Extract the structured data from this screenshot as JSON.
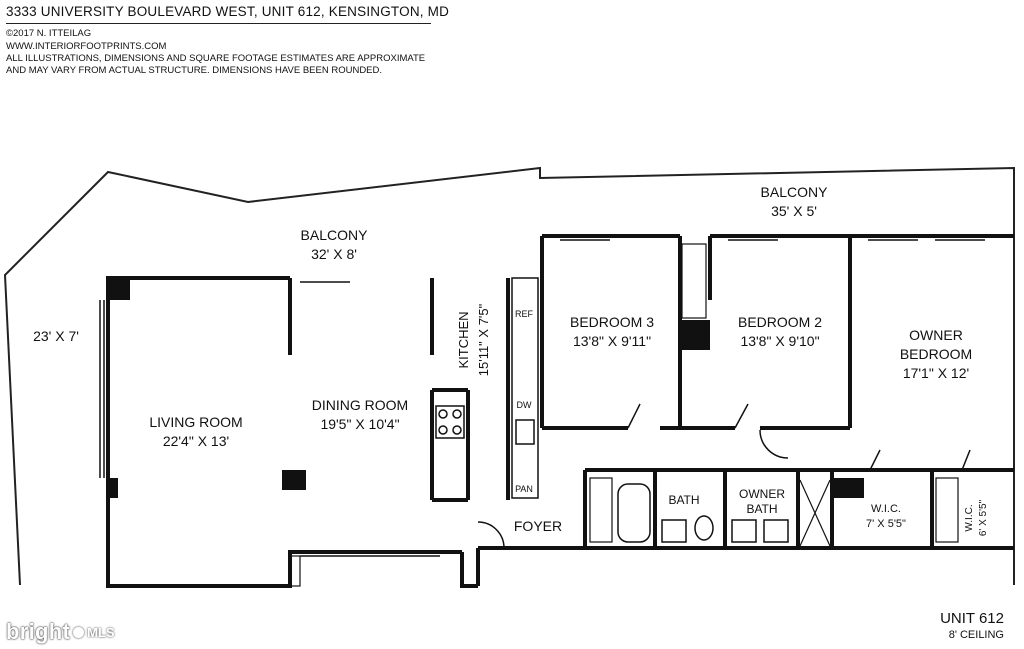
{
  "header": {
    "address": "3333 UNIVERSITY BOULEVARD WEST, UNIT 612, KENSINGTON, MD",
    "copyright": "©2017 N. ITTEILAG",
    "website": "WWW.INTERIORFOOTPRINTS.COM",
    "disclaimer_1": "ALL ILLUSTRATIONS, DIMENSIONS AND SQUARE FOOTAGE ESTIMATES ARE APPROXIMATE",
    "disclaimer_2": "AND MAY VARY FROM ACTUAL STRUCTURE. DIMENSIONS HAVE BEEN ROUNDED."
  },
  "rooms": {
    "balcony_left": {
      "name": "BALCONY",
      "dims": "32' X 8'"
    },
    "balcony_right": {
      "name": "BALCONY",
      "dims": "35' X 5'"
    },
    "side_balcony": {
      "dims": "23' X 7'"
    },
    "living_room": {
      "name": "LIVING ROOM",
      "dims": "22'4\" X 13'"
    },
    "dining_room": {
      "name": "DINING ROOM",
      "dims": "19'5\" X 10'4\""
    },
    "kitchen": {
      "name": "KITCHEN",
      "dims": "15'11\" X 7'5\""
    },
    "bedroom_3": {
      "name": "BEDROOM 3",
      "dims": "13'8\" X 9'11\""
    },
    "bedroom_2": {
      "name": "BEDROOM 2",
      "dims": "13'8\" X 9'10\""
    },
    "owner_bedroom": {
      "name_1": "OWNER",
      "name_2": "BEDROOM",
      "dims": "17'1\" X 12'"
    },
    "foyer": {
      "name": "FOYER"
    },
    "bath": {
      "name": "BATH"
    },
    "owner_bath": {
      "name_1": "OWNER",
      "name_2": "BATH"
    },
    "wic_1": {
      "name": "W.I.C.",
      "dims": "7' X 5'5\""
    },
    "wic_2": {
      "name": "W.I.C.",
      "dims": "6' X 5'5\""
    }
  },
  "fixtures": {
    "ref": "REF",
    "dw": "DW",
    "pan": "PAN"
  },
  "unit": {
    "label": "UNIT 612",
    "ceiling": "8' CEILING"
  },
  "watermark": {
    "text_1": "bright",
    "text_2": "MLS"
  }
}
